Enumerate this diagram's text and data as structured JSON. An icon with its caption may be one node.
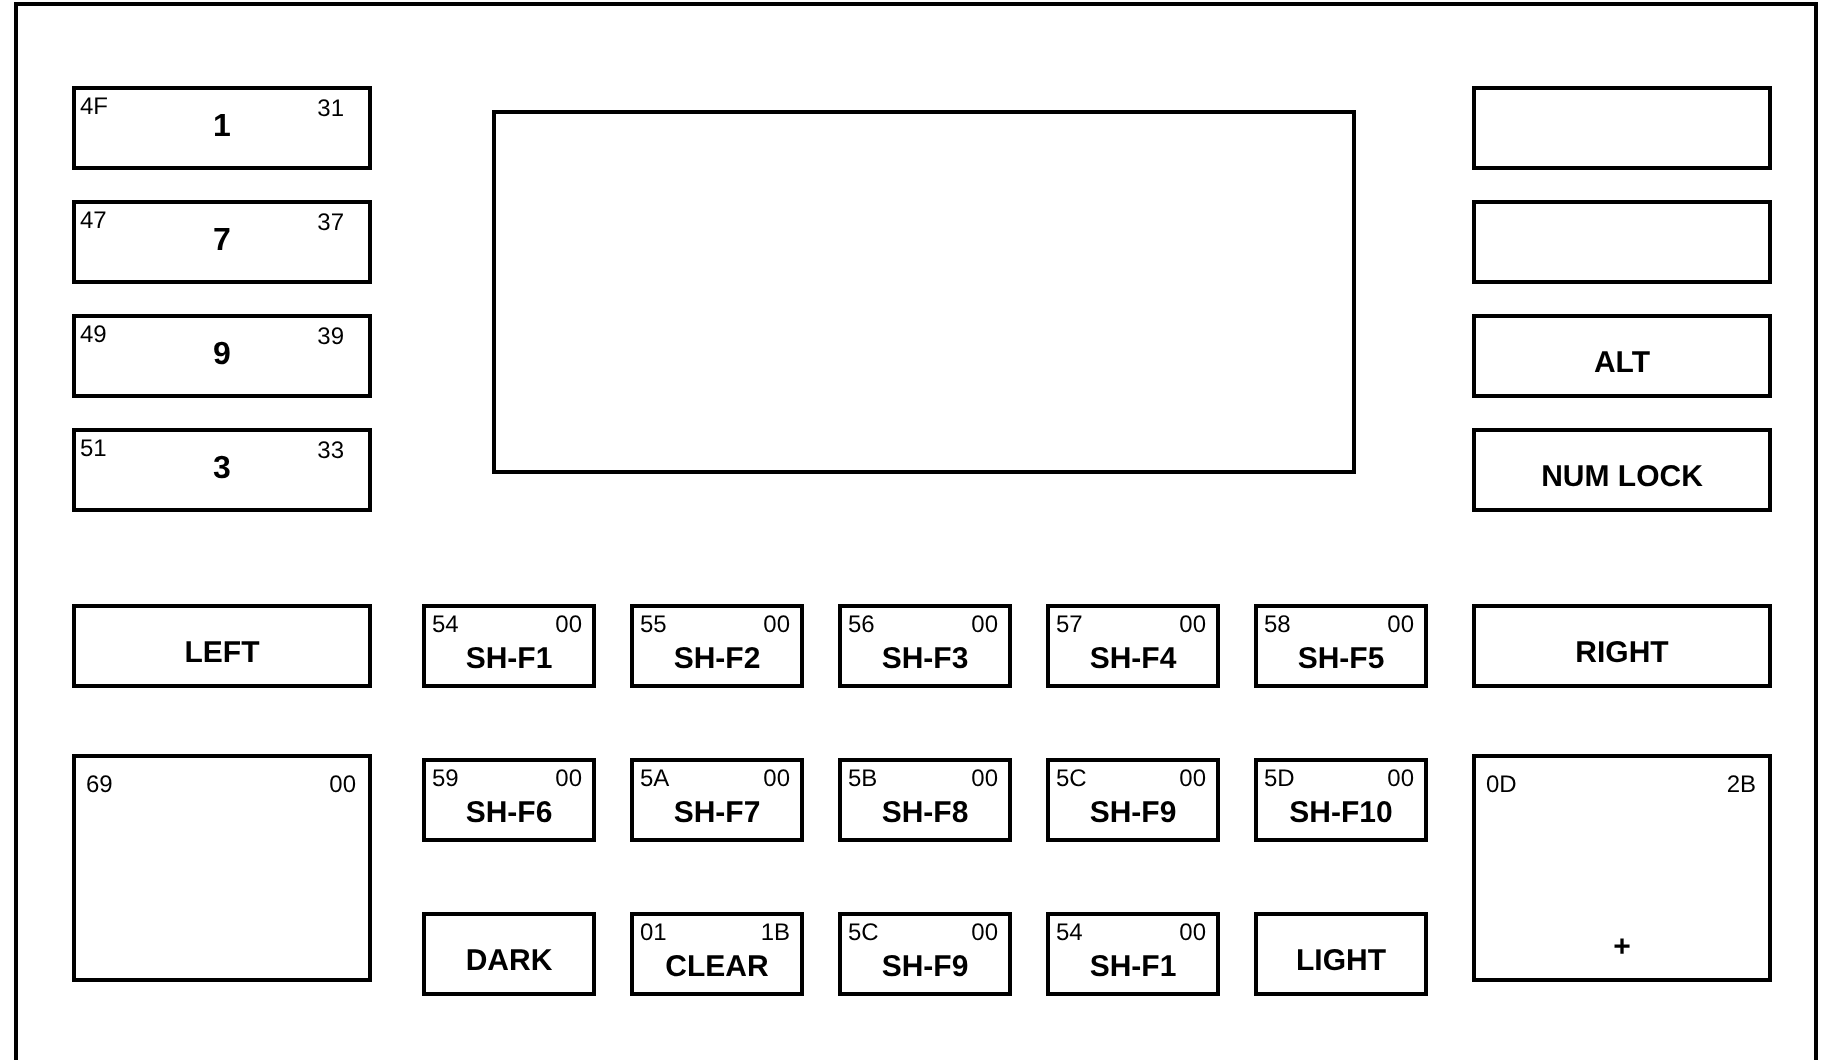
{
  "diagram": {
    "nodes": [
      {
        "text": [
          "4F",
          "1",
          "31"
        ]
      },
      {
        "text": [],
        "shape": "box"
      },
      {
        "text": [],
        "shape": "box"
      },
      {
        "text": [
          "47",
          "7",
          "37"
        ]
      },
      {
        "text": [],
        "shape": "box"
      },
      {
        "text": [
          "49",
          "9",
          "39"
        ]
      },
      {
        "text": [
          "ALT"
        ]
      },
      {
        "text": [
          "51",
          "3",
          "33"
        ]
      },
      {
        "text": [
          "NUM LOCK"
        ]
      },
      {
        "text": [
          "LEFT"
        ]
      },
      {
        "text": [
          "54",
          "00",
          "SH-F1"
        ]
      },
      {
        "text": [
          "55",
          "00",
          "SH-F2"
        ]
      },
      {
        "text": [
          "56",
          "00",
          "SH-F3"
        ]
      },
      {
        "text": [
          "57",
          "00",
          "SH-F4"
        ]
      },
      {
        "text": [
          "58",
          "00",
          "SH-F5"
        ]
      },
      {
        "text": [
          "RIGHT"
        ]
      },
      {
        "text": [
          "69",
          "00"
        ]
      },
      {
        "text": [
          "59",
          "00",
          "SH-F6"
        ]
      },
      {
        "text": [
          "5A",
          "00",
          "SH-F7"
        ]
      },
      {
        "text": [
          "5B",
          "00",
          "SH-F8"
        ]
      },
      {
        "text": [
          "5C",
          "00",
          "SH-F9"
        ]
      },
      {
        "text": [
          "5D",
          "00",
          "SH-F10"
        ]
      },
      {
        "text": [
          "0D",
          "2B",
          "+"
        ]
      },
      {
        "text": [
          "DARK"
        ]
      },
      {
        "text": [
          "01",
          "1B",
          "CLEAR"
        ]
      },
      {
        "text": [
          "5C",
          "00",
          "SH-F9"
        ]
      },
      {
        "text": [
          "54",
          "00",
          "SH-F1"
        ]
      },
      {
        "text": [
          "LIGHT"
        ]
      }
    ]
  }
}
